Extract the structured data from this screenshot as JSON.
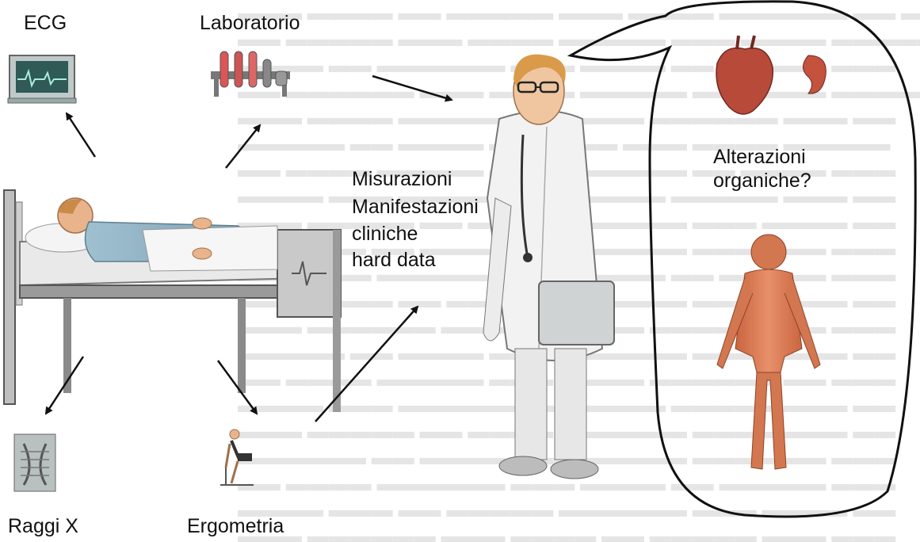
{
  "labels": {
    "ecg": "ECG",
    "laboratorio": "Laboratorio",
    "misurazioni": "Misurazioni",
    "manifestazioni": "Manifestazioni",
    "cliniche": "cliniche",
    "hard_data": "hard data",
    "alterazioni": "Alterazioni",
    "organiche": "organiche?",
    "raggi_x": "Raggi X",
    "ergometria": "Ergometria"
  },
  "colors": {
    "text": "#111111",
    "arrow": "#111111",
    "bed_frame": "#6f6f6f",
    "pajama": "#8fb3c4",
    "skin": "#e9b48c",
    "hair_doctor": "#d99a4a",
    "coat": "#f2f2f2",
    "heart": "#b84a3a",
    "body_diagram": "#d2774f"
  }
}
